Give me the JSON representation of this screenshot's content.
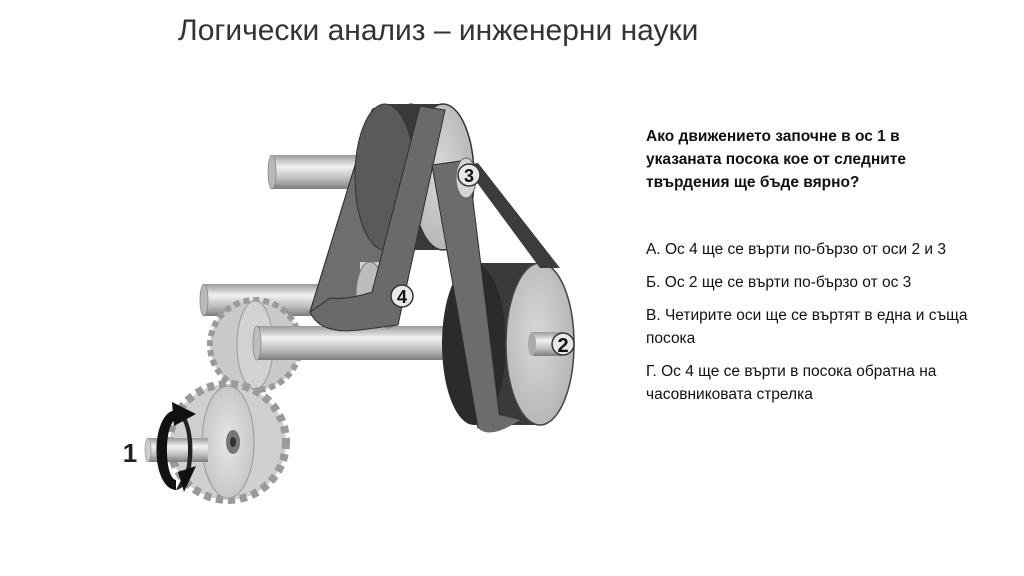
{
  "title": "Логически анализ – инженерни науки",
  "question": "Ако движението започне в ос 1 в указаната посока кое от следните твърдения ще бъде вярно?",
  "options": [
    "А. Ос 4 ще се върти по-бързо от оси 2 и 3",
    "Б. Ос 2 ще се върти по-бързо от ос 3",
    "В. Четирите оси ще се въртят в една и съща посока",
    "Г. Ос 4 ще се върти в посока обратна на часовниковата стрелка"
  ],
  "diagram": {
    "labels": {
      "axis1": "1",
      "axis2": "2",
      "axis3": "3",
      "axis4": "4"
    },
    "icons": [
      "rotation-arrow-icon"
    ]
  }
}
